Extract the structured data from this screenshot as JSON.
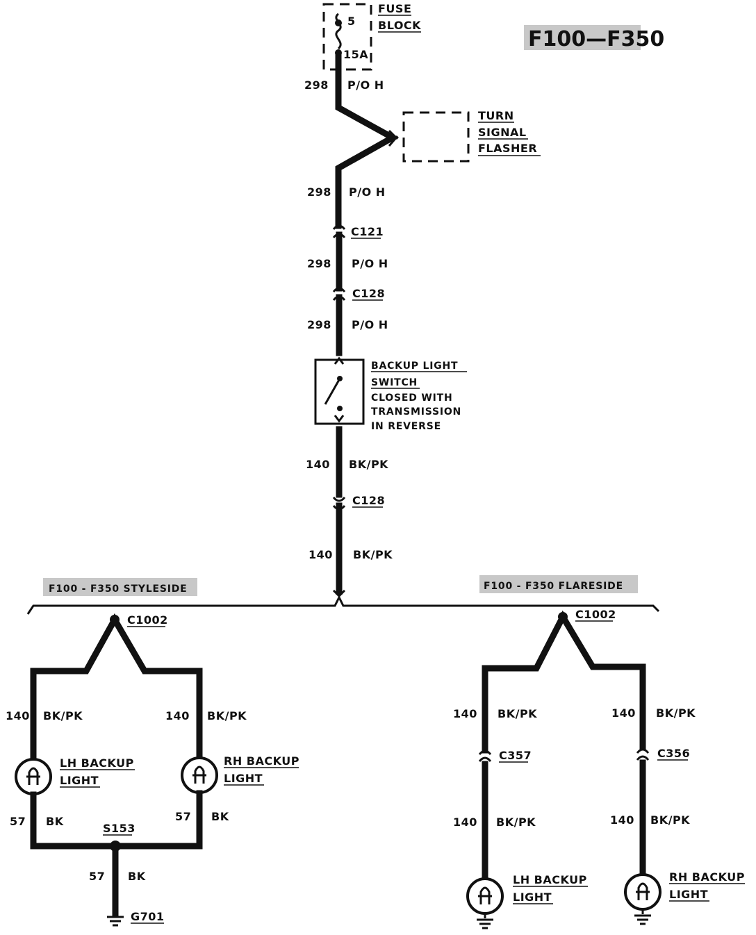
{
  "title": "F100—F350",
  "fuse_block": {
    "label_line1": "FUSE",
    "label_line2": "BLOCK",
    "fuse_number": "5",
    "fuse_rating": "15A"
  },
  "turn_signal_flasher": {
    "line1": "TURN",
    "line2": "SIGNAL",
    "line3": "FLASHER"
  },
  "backup_light_switch": {
    "line1": "BACKUP LIGHT",
    "line2": "SWITCH",
    "note1": "CLOSED WITH",
    "note2": "TRANSMISSION",
    "note3": "IN REVERSE"
  },
  "wires": {
    "w298a": {
      "circuit": "298",
      "color": "P/O H"
    },
    "w298b": {
      "circuit": "298",
      "color": "P/O H"
    },
    "w298c": {
      "circuit": "298",
      "color": "P/O H"
    },
    "w298d": {
      "circuit": "298",
      "color": "P/O H"
    },
    "w140a": {
      "circuit": "140",
      "color": "BK/PK"
    },
    "w140b": {
      "circuit": "140",
      "color": "BK/PK"
    },
    "s_lh": {
      "circuit": "140",
      "color": "BK/PK"
    },
    "s_rh": {
      "circuit": "140",
      "color": "BK/PK"
    },
    "s_lh57": {
      "circuit": "57",
      "color": "BK"
    },
    "s_rh57": {
      "circuit": "57",
      "color": "BK"
    },
    "s_gnd57": {
      "circuit": "57",
      "color": "BK"
    },
    "f_lh1": {
      "circuit": "140",
      "color": "BK/PK"
    },
    "f_rh1": {
      "circuit": "140",
      "color": "BK/PK"
    },
    "f_lh2": {
      "circuit": "140",
      "color": "BK/PK"
    },
    "f_rh2": {
      "circuit": "140",
      "color": "BK/PK"
    }
  },
  "connectors": {
    "c121": "C121",
    "c128a": "C128",
    "c128b": "C128",
    "c1002_style": "C1002",
    "c1002_flare": "C1002",
    "c357": "C357",
    "c356": "C356",
    "s153": "S153",
    "g701": "G701"
  },
  "variants": {
    "styleside": "F100 - F350 STYLESIDE",
    "flareside": "F100 - F350 FLARESIDE"
  },
  "lights": {
    "style_lh": {
      "line1": "LH BACKUP",
      "line2": "LIGHT"
    },
    "style_rh": {
      "line1": "RH BACKUP",
      "line2": "LIGHT"
    },
    "flare_lh": {
      "line1": "LH BACKUP",
      "line2": "LIGHT"
    },
    "flare_rh": {
      "line1": "RH BACKUP",
      "line2": "LIGHT"
    }
  }
}
